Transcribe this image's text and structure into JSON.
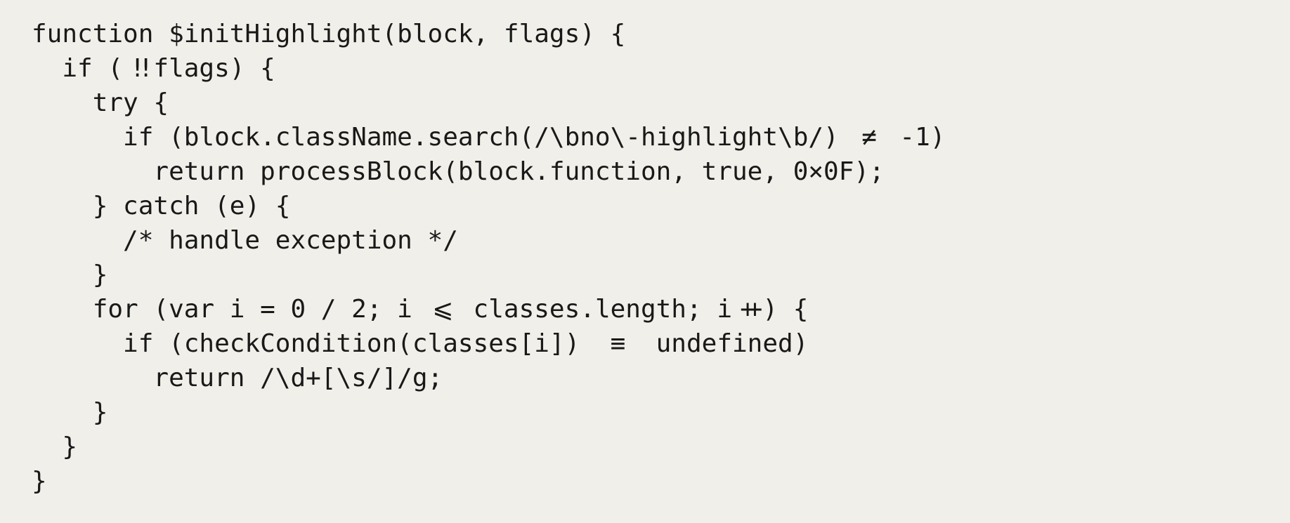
{
  "colors": {
    "background": "#f1efe9",
    "text": "#191919"
  },
  "code": {
    "lines": [
      {
        "segs": [
          {
            "t": "function $initHighlight(block, flags) {"
          }
        ]
      },
      {
        "segs": [
          {
            "t": "  if ("
          },
          {
            "t": "!!",
            "cls": "lg-bb",
            "name": "double-bang-ligature"
          },
          {
            "t": "flags) {"
          }
        ]
      },
      {
        "segs": [
          {
            "t": "    try {"
          }
        ]
      },
      {
        "segs": [
          {
            "t": "      if (block.className.search(/\\bno\\-highlight\\b/) "
          },
          {
            "t": "≠",
            "cls": "lg2",
            "name": "not-equal-ligature"
          },
          {
            "t": " -1)"
          }
        ]
      },
      {
        "segs": [
          {
            "t": "        return processBlock(block.function, true, 0×0F);"
          }
        ]
      },
      {
        "segs": [
          {
            "t": "    } catch (e) {"
          }
        ]
      },
      {
        "segs": [
          {
            "t": "      /* handle exception */"
          }
        ]
      },
      {
        "segs": [
          {
            "t": "    }"
          }
        ]
      },
      {
        "segs": [
          {
            "t": "    for (var i = 0 / 2; i "
          },
          {
            "t": "⩽",
            "cls": "lg2",
            "name": "less-or-equal-ligature"
          },
          {
            "t": " classes.length; i"
          },
          {
            "t": "++",
            "cls": "lg-pp",
            "name": "increment-ligature"
          },
          {
            "t": ") {"
          }
        ]
      },
      {
        "segs": [
          {
            "t": "      if (checkCondition(classes[i]) "
          },
          {
            "t": "≡",
            "cls": "lg3",
            "name": "triple-equal-ligature"
          },
          {
            "t": " undefined)"
          }
        ]
      },
      {
        "segs": [
          {
            "t": "        return /\\d+[\\s/]/g;"
          }
        ]
      },
      {
        "segs": [
          {
            "t": "    }"
          }
        ]
      },
      {
        "segs": [
          {
            "t": "  }"
          }
        ]
      },
      {
        "segs": [
          {
            "t": "}"
          }
        ]
      }
    ]
  }
}
